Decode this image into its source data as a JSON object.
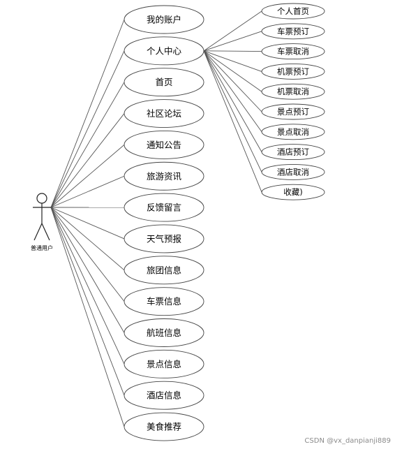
{
  "actor": {
    "label": "普通用户"
  },
  "main_use_cases": [
    "我的账户",
    "个人中心",
    "首页",
    "社区论坛",
    "通知公告",
    "旅游资讯",
    "反馈留言",
    "天气预报",
    "旅团信息",
    "车票信息",
    "航班信息",
    "景点信息",
    "酒店信息",
    "美食推荐"
  ],
  "sub_use_cases": {
    "parent": "个人中心",
    "items": [
      "个人首页",
      "车票预订",
      "车票取消",
      "机票预订",
      "机票取消",
      "景点预订",
      "景点取消",
      "酒店预订",
      "酒店取消",
      "收藏)"
    ]
  },
  "watermark": "CSDN @vx_danpianji889",
  "colors": {
    "line": "#555555",
    "ellipse_fill": "#ffffff",
    "ellipse_stroke": "#444444",
    "text": "#000000"
  }
}
